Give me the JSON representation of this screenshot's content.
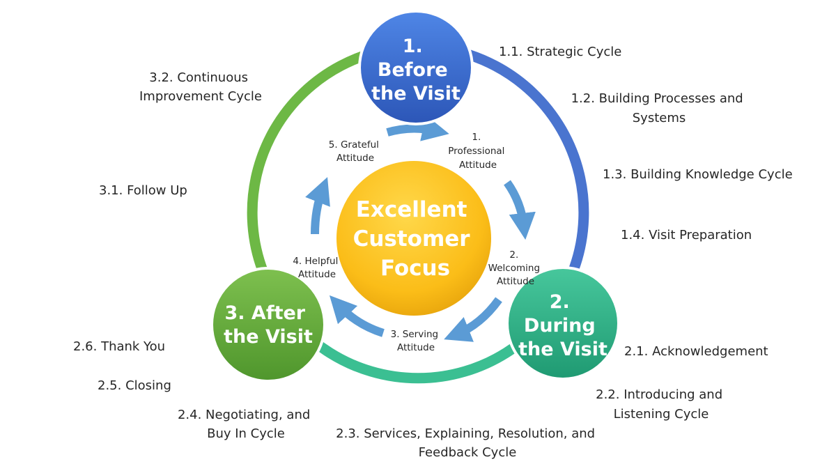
{
  "center": {
    "lines": [
      "Excellent",
      "Customer",
      "Focus"
    ]
  },
  "stages": [
    {
      "id": "before",
      "lines": [
        "1.",
        "Before",
        "the Visit"
      ],
      "color": "#3f6fd1"
    },
    {
      "id": "during",
      "lines": [
        "2.",
        "During",
        "the Visit"
      ],
      "color": "#2fae8a"
    },
    {
      "id": "after",
      "lines": [
        "3. After",
        "the Visit"
      ],
      "color": "#6aac3b"
    }
  ],
  "attitudes": [
    {
      "id": "professional",
      "lines": [
        "1.",
        "Professional",
        "Attitude"
      ]
    },
    {
      "id": "welcoming",
      "lines": [
        "2.",
        "Welcoming",
        "Attitude"
      ]
    },
    {
      "id": "serving",
      "lines": [
        "3. Serving",
        "Attitude"
      ]
    },
    {
      "id": "helpful",
      "lines": [
        "4. Helpful",
        "Attitude"
      ]
    },
    {
      "id": "grateful",
      "lines": [
        "5. Grateful",
        "Attitude"
      ]
    }
  ],
  "outer_labels": [
    {
      "id": "1-1",
      "lines": [
        "1.1. Strategic Cycle"
      ]
    },
    {
      "id": "1-2",
      "lines": [
        "1.2. Building Processes and",
        "Systems"
      ]
    },
    {
      "id": "1-3",
      "lines": [
        "1.3. Building Knowledge Cycle"
      ]
    },
    {
      "id": "1-4",
      "lines": [
        "1.4. Visit Preparation"
      ]
    },
    {
      "id": "2-1",
      "lines": [
        "2.1. Acknowledgement"
      ]
    },
    {
      "id": "2-2",
      "lines": [
        "2.2. Introducing and",
        "Listening Cycle"
      ]
    },
    {
      "id": "2-3",
      "lines": [
        "2.3. Services, Explaining, Resolution, and",
        "Feedback Cycle"
      ]
    },
    {
      "id": "2-4",
      "lines": [
        "2.4. Negotiating, and",
        "Buy In Cycle"
      ]
    },
    {
      "id": "2-5",
      "lines": [
        "2.5. Closing"
      ]
    },
    {
      "id": "2-6",
      "lines": [
        "2.6. Thank You"
      ]
    },
    {
      "id": "3-1",
      "lines": [
        "3.1. Follow Up"
      ]
    },
    {
      "id": "3-2",
      "lines": [
        "3.2. Continuous",
        "Improvement Cycle"
      ]
    }
  ],
  "colors": {
    "ring_before_during": "#4a74cf",
    "ring_during_after": "#3bbf92",
    "ring_after_before": "#6db845",
    "inner_arrows": "#5b9bd5",
    "center_fill": "#fbbd18"
  }
}
